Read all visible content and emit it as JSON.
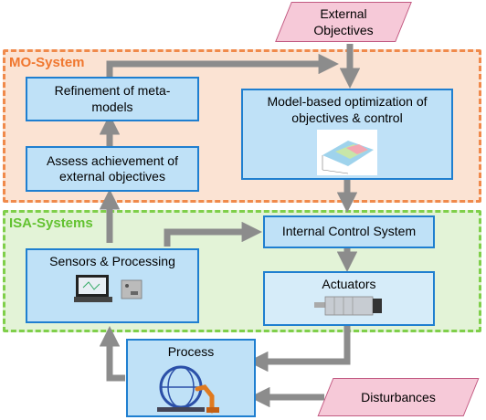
{
  "regions": {
    "mo_system": "MO-System",
    "isa_systems": "ISA-Systems"
  },
  "external_objectives": "External\nObjectives",
  "disturbances": "Disturbances",
  "boxes": {
    "refinement": "Refinement of meta-\nmodels",
    "model_based": "Model-based optimization of\nobjectives & control",
    "assess": "Assess achievement of\nexternal objectives",
    "internal_control": "Internal Control System",
    "sensors": "Sensors & Processing",
    "actuators": "Actuators",
    "process": "Process"
  },
  "colors": {
    "mo_border": "#f08a4b",
    "mo_fill": "#fbe3d3",
    "isa_border": "#7fcf4a",
    "isa_fill": "#e3f3d7",
    "box_fill": "#bfe1f7",
    "box_border": "#1f7fd0",
    "arrow": "#8c8c8c",
    "input_fill": "#f6c9d8"
  }
}
